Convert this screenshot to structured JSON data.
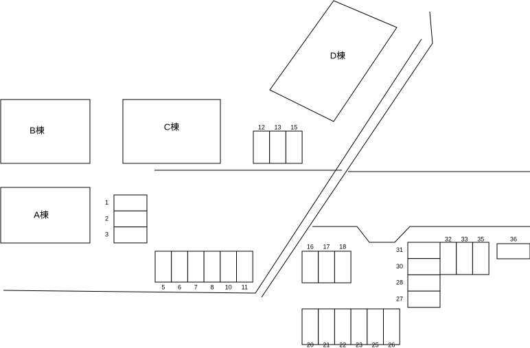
{
  "buildings": {
    "a": "A棟",
    "b": "B棟",
    "c": "C棟",
    "d": "D棟"
  },
  "parking_numbers": {
    "group_1_3": [
      "1",
      "2",
      "3"
    ],
    "group_12_15": [
      "12",
      "13",
      "15"
    ],
    "group_5_11": [
      "5",
      "6",
      "7",
      "8",
      "10",
      "11"
    ],
    "group_16_18": [
      "16",
      "17",
      "18"
    ],
    "group_31_27": [
      "31",
      "30",
      "28",
      "27"
    ],
    "group_32_35": [
      "32",
      "33",
      "35"
    ],
    "group_36": [
      "36"
    ],
    "group_20_26": [
      "20",
      "21",
      "22",
      "23",
      "25",
      "26"
    ]
  }
}
